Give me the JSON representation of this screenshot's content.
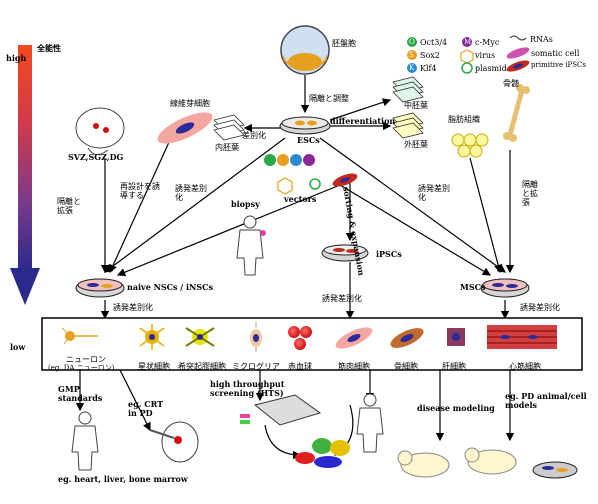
{
  "potency": {
    "top_label": "全能性",
    "high": "high",
    "low": "low",
    "gradient_top": "#e8402a",
    "gradient_bottom": "#2a2a8c"
  },
  "top": {
    "blastocyst": "胚盤胞",
    "isolate": "隔離と調整",
    "esc": "ESCs",
    "differentiation": "differentiation",
    "mesoderm": "中胚葉",
    "ectoderm": "外胚葉",
    "endoderm": "内胚葉",
    "fibroblast": "線維芽細胞",
    "diff": "差別化"
  },
  "legend": {
    "oct": "Oct3/4",
    "sox": "Sox2",
    "klf": "Klf4",
    "myc": "c-Myc",
    "virus": "virus",
    "plasmid": "plasmid",
    "rnas": "RNAs",
    "somatic": "somatic cell",
    "primitive": "primitive iPSCs",
    "oct_letter": "O",
    "sox_letter": "S",
    "klf_letter": "K",
    "myc_letter": "M"
  },
  "right": {
    "bone": "骨髄",
    "adipose": "脂肪組織",
    "isolate_expand": "隔離と拡張"
  },
  "left": {
    "regions": "SVZ,SGZ,DG",
    "isolate_expand": "隔離と拡張",
    "reprogram": "再設計を誘導する",
    "induced_diff": "誘発差別化"
  },
  "middle": {
    "biopsy": "biopsy",
    "vectors": "vectors",
    "sorting": "sorting & expansion",
    "ipsc": "iPSCs",
    "induced_diff": "誘発差別化",
    "induced_diff2": "誘発差別化"
  },
  "dishes": {
    "nsc": "naive NSCs / iNSCs",
    "msc": "MSCs",
    "nsc_diff": "誘発差別化",
    "msc_diff": "誘発差別化"
  },
  "cells": [
    {
      "label": "ニューロン",
      "sub": "(eg. DA ニューロン)"
    },
    {
      "label": "星状細胞"
    },
    {
      "label": "希突起膠細胞"
    },
    {
      "label": "ミクログリア"
    },
    {
      "label": "赤血球"
    },
    {
      "label": "筋肉細胞"
    },
    {
      "label": "骨細胞"
    },
    {
      "label": "肝細胞"
    },
    {
      "label": "心筋細胞"
    }
  ],
  "bottom": {
    "gmp": "GMP standards",
    "crt": "eg. CRT in PD",
    "hts": "high throughput screening (HTS)",
    "disease": "disease modeling",
    "pd": "eg. PD animal/cell models",
    "organs": "eg. heart, liver, bone marrow"
  }
}
